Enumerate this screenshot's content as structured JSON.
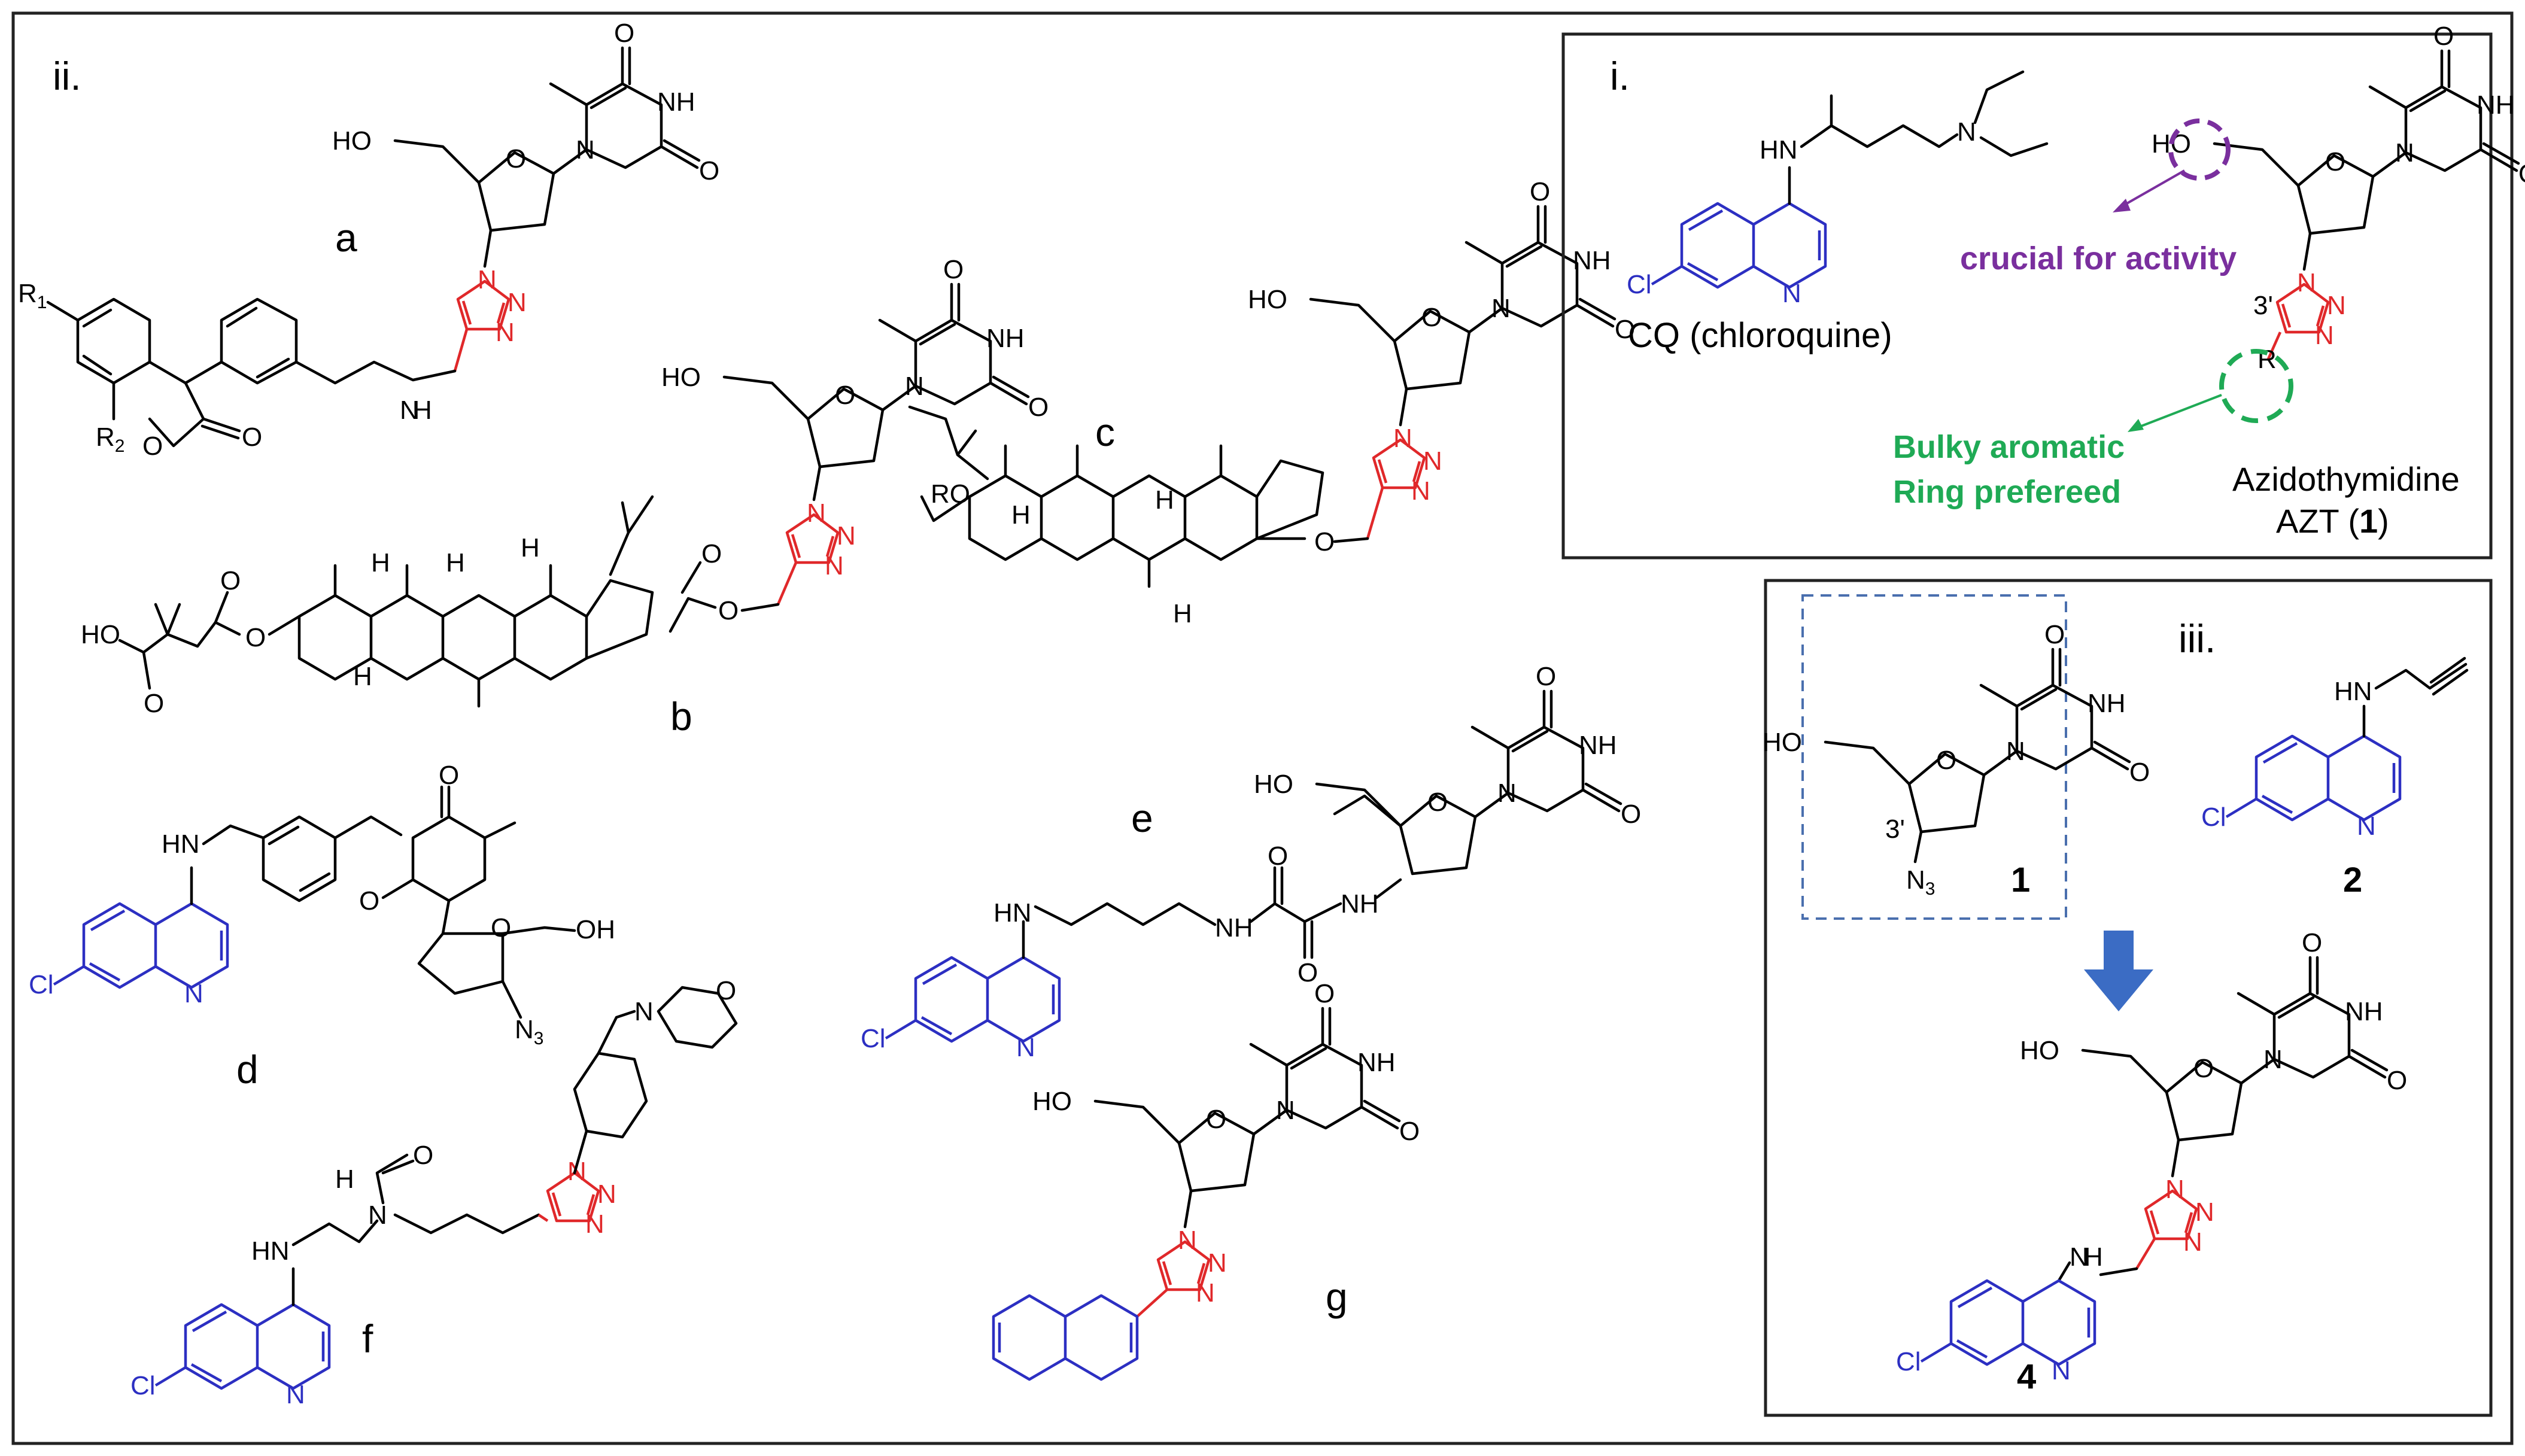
{
  "panels": {
    "ii": "ii.",
    "i": "i.",
    "iii": "iii."
  },
  "compound_labels": [
    "a",
    "b",
    "c",
    "d",
    "e",
    "f",
    "g"
  ],
  "atoms": {
    "O": "O",
    "NH": "NH",
    "N": "N",
    "HO": "HO",
    "OH": "OH",
    "HN": "HN",
    "H": "H",
    "Cl": "Cl",
    "R1": "R",
    "R1_sub": "1",
    "R2": "R",
    "R2_sub": "2",
    "RO": "RO",
    "R": "R",
    "N3": "N",
    "N3_sub": "3",
    "prime3": "3'"
  },
  "panel_i": {
    "cq_label": "CQ (chloroquine)",
    "crucial": "crucial for activity",
    "bulky_1": "Bulky aromatic",
    "bulky_2": "Ring prefereed",
    "azt_1": "Azidothymidine",
    "azt_2_pre": "AZT (",
    "azt_2_num": "1",
    "azt_2_post": ")"
  },
  "panel_iii": {
    "num1": "1",
    "num2": "2",
    "num4": "4"
  },
  "colors": {
    "triazole": "#e0282a",
    "quinoline": "#2c2fc2",
    "crucial": "#7a2f9e",
    "bulky": "#1faa55",
    "arrow": "#3b6cc4"
  }
}
